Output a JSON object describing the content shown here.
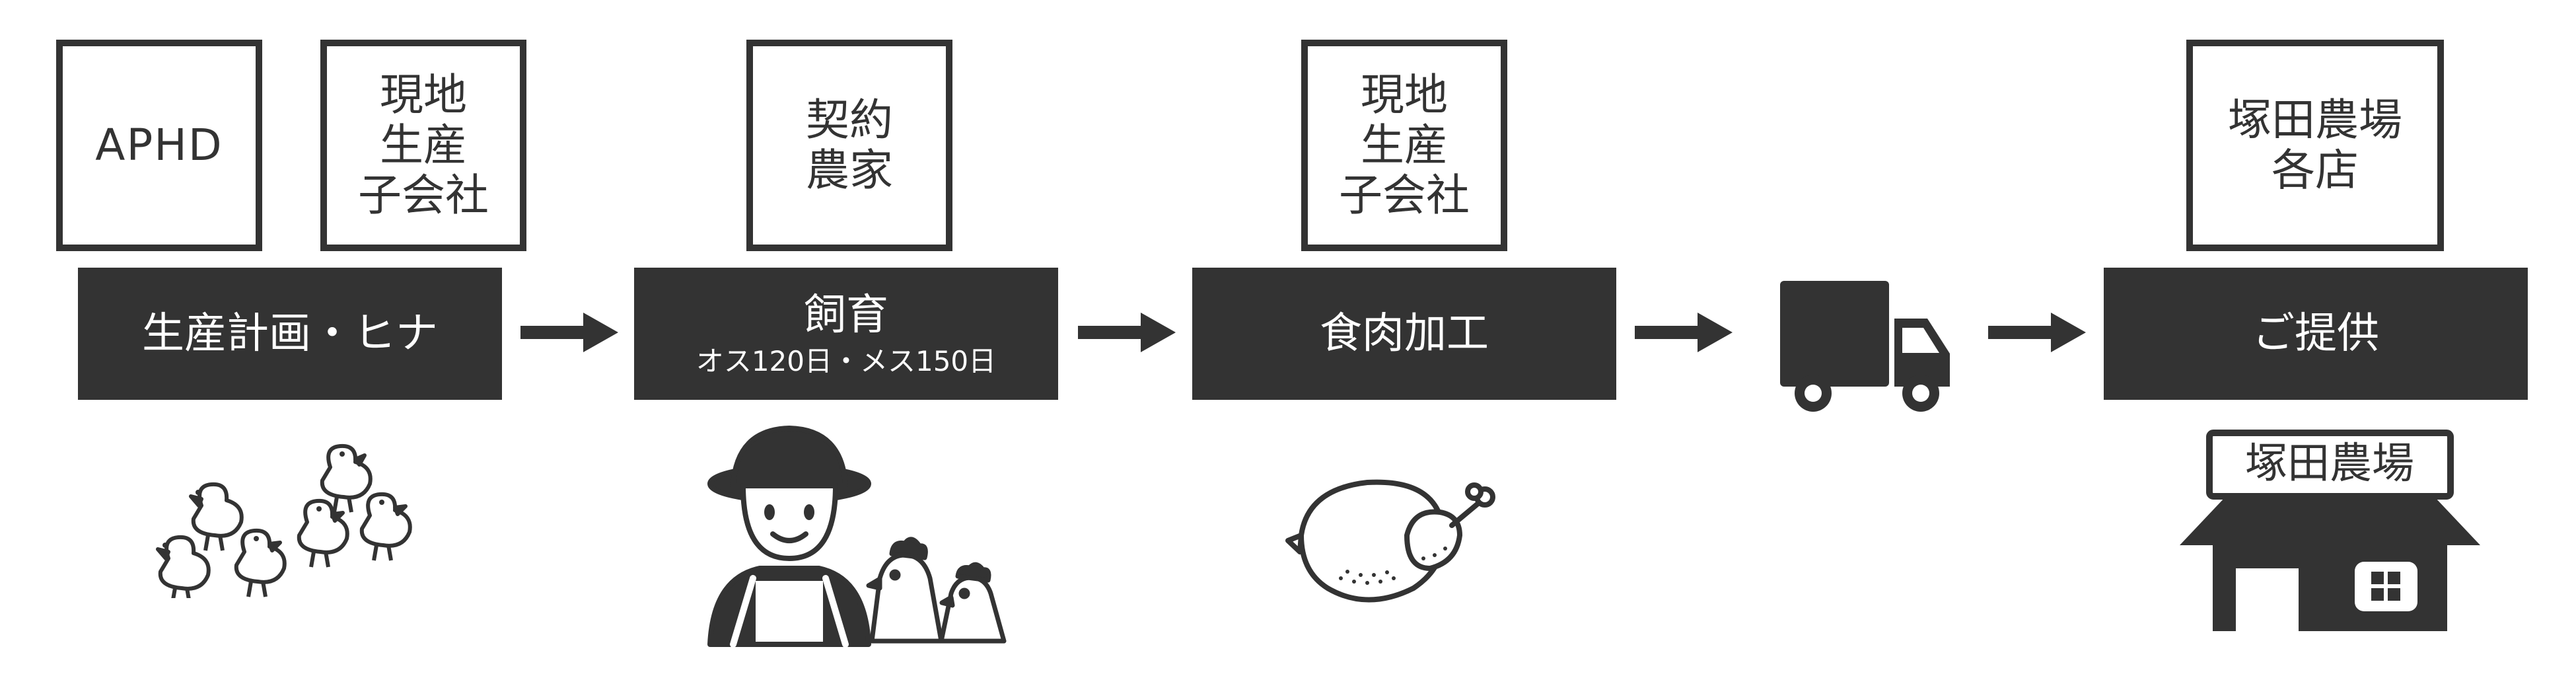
{
  "colors": {
    "ink": "#333333",
    "paper": "#ffffff"
  },
  "owners": [
    {
      "id": "aphd",
      "label": "APHD"
    },
    {
      "id": "local-sub-1",
      "label": "現地\n生産\n子会社"
    },
    {
      "id": "contract-farmer",
      "label": "契約\n農家"
    },
    {
      "id": "local-sub-2",
      "label": "現地\n生産\n子会社"
    },
    {
      "id": "stores",
      "label": "塚田農場\n各店"
    }
  ],
  "steps": [
    {
      "id": "production-plan",
      "title": "生産計画・ヒナ",
      "subtitle": ""
    },
    {
      "id": "rearing",
      "title": "飼育",
      "subtitle": "オス120日・メス150日"
    },
    {
      "id": "meat-processing",
      "title": "食肉加工",
      "subtitle": ""
    },
    {
      "id": "serve",
      "title": "ご提供",
      "subtitle": ""
    }
  ],
  "illustrations": {
    "chicks": "chicks-icon",
    "farmer": "farmer-with-chickens-icon",
    "meat": "roast-chicken-icon",
    "truck": "delivery-truck-icon",
    "store": "store-icon",
    "store_sign": "塚田農場"
  }
}
